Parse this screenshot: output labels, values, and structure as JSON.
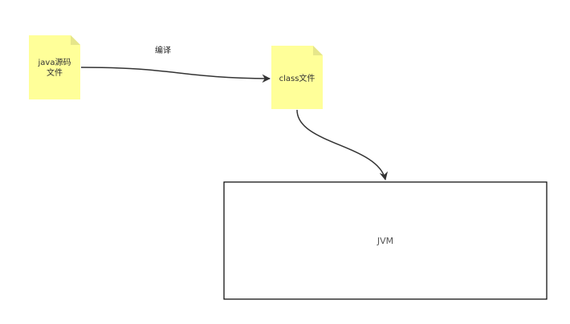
{
  "nodes": {
    "java_source": {
      "line1": "java源码",
      "line2": "文件",
      "fill": "#ffff99"
    },
    "class_file": {
      "label": "class文件",
      "fill": "#ffff99"
    },
    "jvm": {
      "label": "JVM",
      "stroke": "#000000"
    }
  },
  "edges": {
    "compile": {
      "label": "编译"
    }
  },
  "colors": {
    "edge": "#333333",
    "note_fold": "#e6e68a"
  }
}
